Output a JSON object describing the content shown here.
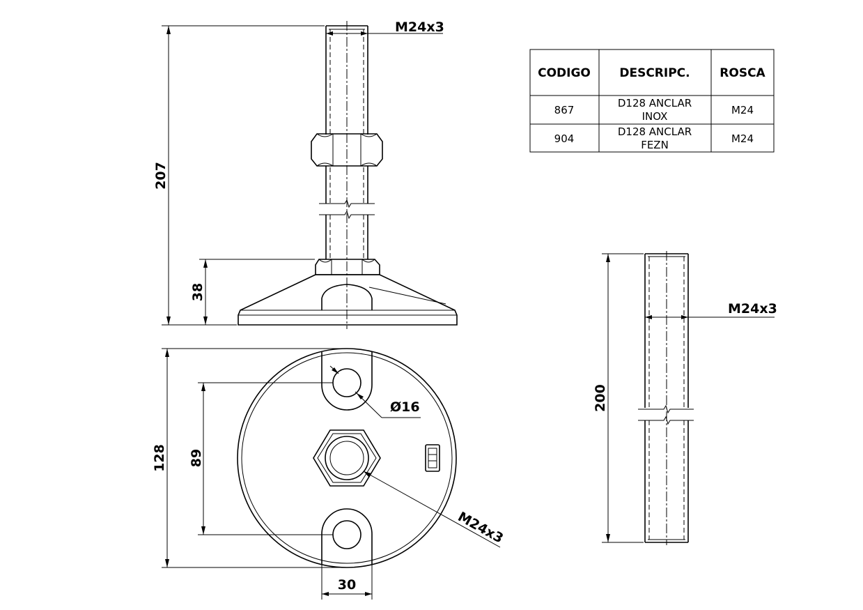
{
  "dimensions": {
    "thread_top": "M24x3",
    "overall_height": "207",
    "base_height": "38",
    "base_diameter": "128",
    "hole_spacing": "89",
    "hole_diameter": "Ø16",
    "center_thread": "M24x3",
    "lug_width": "30",
    "rod_length": "200",
    "rod_thread": "M24x3"
  },
  "table": {
    "headers": [
      "CODIGO",
      "DESCRIPC.",
      "ROSCA"
    ],
    "rows": [
      {
        "codigo": "867",
        "desc_line1": "D128 ANCLAR",
        "desc_line2": "INOX",
        "rosca": "M24"
      },
      {
        "codigo": "904",
        "desc_line1": "D128 ANCLAR",
        "desc_line2": "FEZN",
        "rosca": "M24"
      }
    ]
  }
}
